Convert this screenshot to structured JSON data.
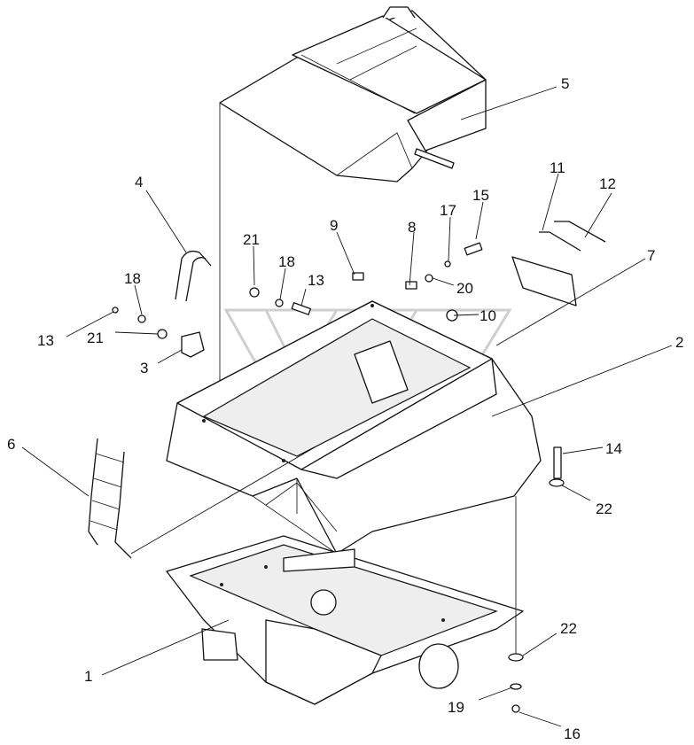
{
  "diagram": {
    "type": "exploded-parts-view",
    "callouts": [
      {
        "label": "1"
      },
      {
        "label": "2"
      },
      {
        "label": "3"
      },
      {
        "label": "4"
      },
      {
        "label": "5"
      },
      {
        "label": "6"
      },
      {
        "label": "7"
      },
      {
        "label": "8"
      },
      {
        "label": "9"
      },
      {
        "label": "10"
      },
      {
        "label": "11"
      },
      {
        "label": "12"
      },
      {
        "label": "13"
      },
      {
        "label": "13"
      },
      {
        "label": "14"
      },
      {
        "label": "15"
      },
      {
        "label": "16"
      },
      {
        "label": "17"
      },
      {
        "label": "18"
      },
      {
        "label": "18"
      },
      {
        "label": "19"
      },
      {
        "label": "20"
      },
      {
        "label": "21"
      },
      {
        "label": "21"
      },
      {
        "label": "22"
      },
      {
        "label": "22"
      }
    ]
  }
}
